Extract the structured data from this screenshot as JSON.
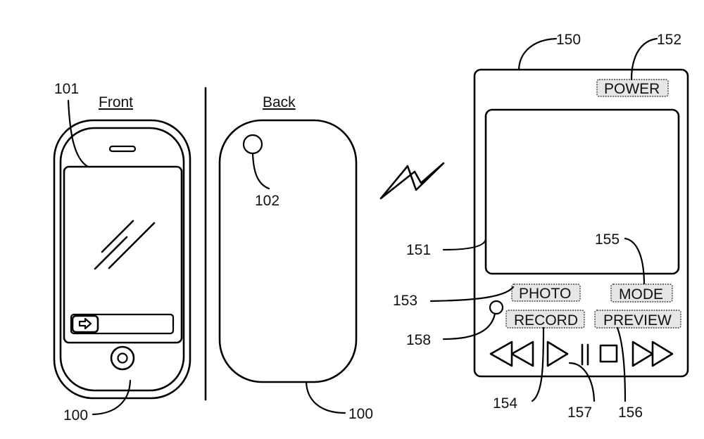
{
  "figure": {
    "front_view": {
      "heading": "Front",
      "label_device": "100",
      "label_screen": "101",
      "icons": [
        "speaker-slot",
        "screen-glare",
        "slide-to-unlock-bar",
        "arrow-right",
        "home-button"
      ]
    },
    "back_view": {
      "heading": "Back",
      "label_device": "100",
      "label_camera": "102",
      "icons": [
        "camera-lens"
      ]
    },
    "wireless_link": {
      "icon": "lightning-bolt"
    },
    "remote_device": {
      "label_device": "150",
      "label_screen": "151",
      "label_power": "152",
      "label_photo": "153",
      "label_record": "154",
      "label_mode": "155",
      "label_preview": "156",
      "label_playback": "157",
      "label_indicator": "158",
      "buttons": {
        "power": "POWER",
        "photo": "PHOTO",
        "mode": "MODE",
        "record": "RECORD",
        "preview": "PREVIEW"
      },
      "playback_controls": [
        "rewind",
        "play",
        "pause",
        "stop",
        "fast-forward"
      ]
    }
  }
}
